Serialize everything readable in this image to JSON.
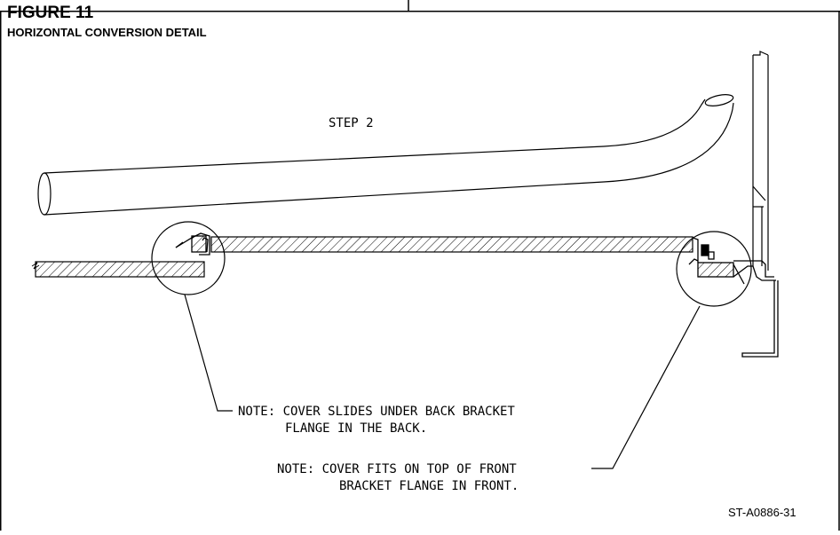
{
  "figure": {
    "title": "FIGURE 11",
    "subtitle": "HORIZONTAL CONVERSION DETAIL",
    "drawing_code": "ST-A0886-31"
  },
  "diagram": {
    "step_label": "STEP 2",
    "note_back": {
      "line1": "NOTE: COVER SLIDES UNDER BACK BRACKET",
      "line2": "FLANGE IN THE BACK."
    },
    "note_front": {
      "line1": "NOTE:  COVER FITS ON TOP OF FRONT",
      "line2": "BRACKET FLANGE IN FRONT."
    }
  }
}
